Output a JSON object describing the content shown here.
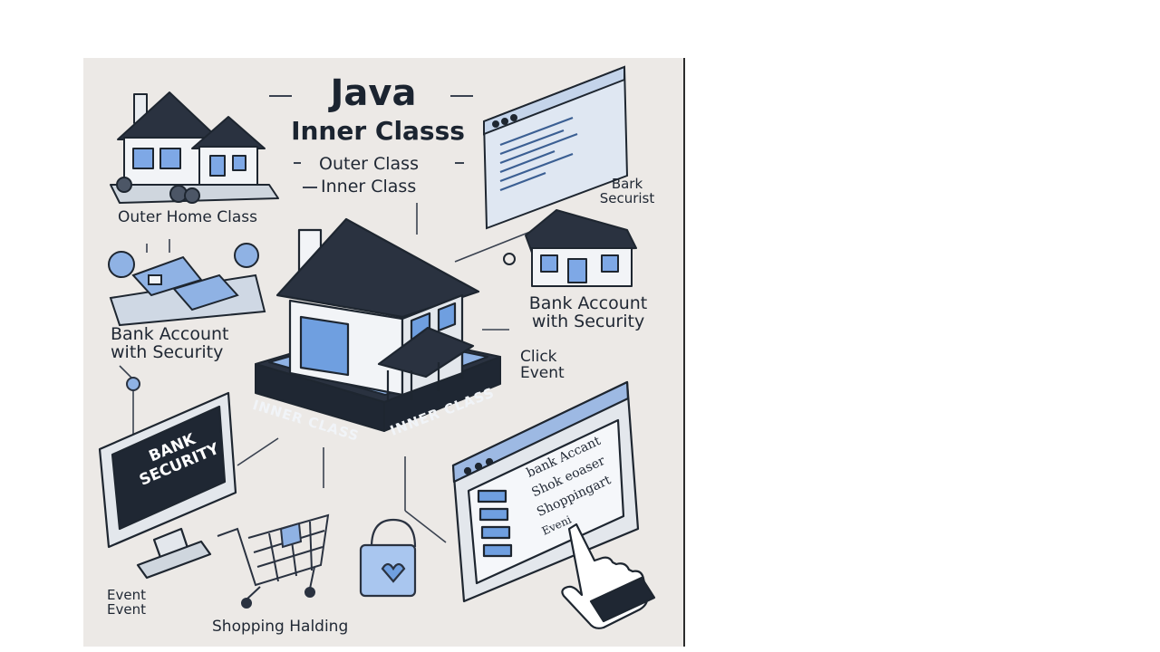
{
  "title": {
    "line1": "Java",
    "line2": "Inner Classs"
  },
  "subtitle": {
    "line1": "Outer Class",
    "line2": "Inner Class"
  },
  "labels": {
    "outer_home": "Outer Home Class",
    "bank_left": "Bank Account with Security",
    "bank_right": "Bank Account with Security",
    "bank_securist": "Bark Securist",
    "click_event": "Click Event",
    "event_left": "Event Event",
    "shopping": "Shopping Halding"
  },
  "band": {
    "left": "INNER CLASS",
    "right": "INNER CLASS"
  },
  "monitor": {
    "text": "BANK SECURITY"
  },
  "menu": {
    "items": [
      "bank Accant",
      "Shok eoaser",
      "Shoppingart",
      "Eveni"
    ]
  },
  "colors": {
    "background": "#ece9e6",
    "accent_blue": "#6f9fe0",
    "dark": "#1b2430",
    "line": "#2c3440"
  }
}
